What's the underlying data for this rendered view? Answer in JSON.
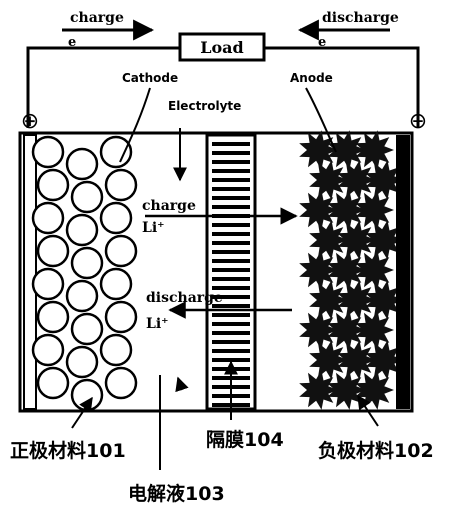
{
  "labels": {
    "charge_top": "charge",
    "discharge_top": "discharge",
    "e_left": "e",
    "e_right": "e",
    "load": "Load",
    "plus": "⊕",
    "minus": "⊖",
    "cathode": "Cathode",
    "anode": "Anode",
    "electrolyte": "Electrolyte",
    "charge_mid": "charge",
    "li_charge": "Li⁺",
    "discharge_mid": "discharge",
    "li_discharge": "Li⁺",
    "positive_material": "正极材料101",
    "separator": "隔膜104",
    "negative_material": "负极材料102",
    "electrolyte_cn": "电解液103"
  }
}
